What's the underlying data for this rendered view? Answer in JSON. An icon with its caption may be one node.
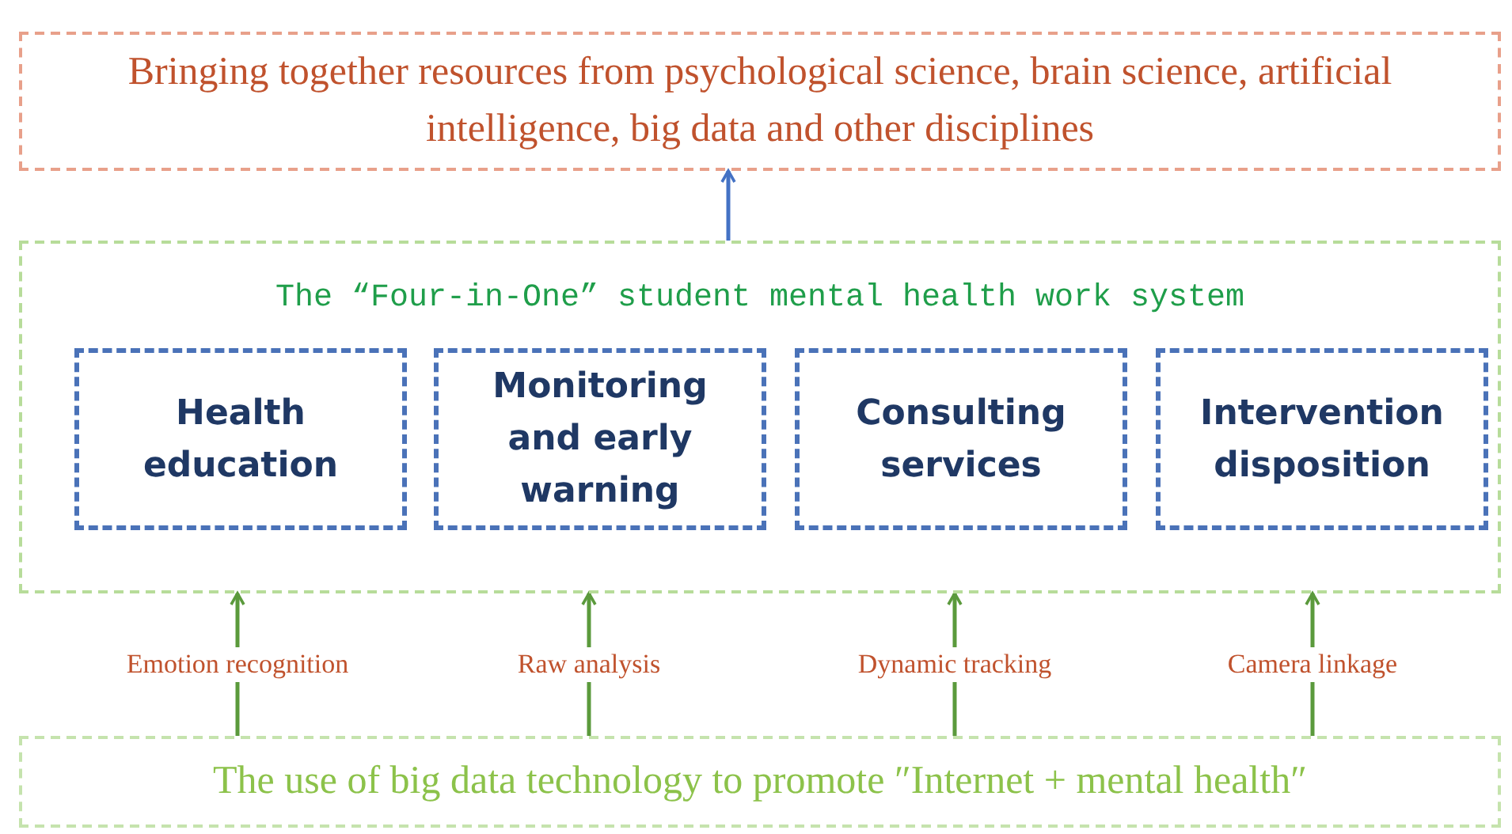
{
  "diagram": {
    "nodes": [
      {
        "text": [
          "Bringing together resources from psychological science, brain science, artificial intelligence, big data and other disciplines"
        ]
      },
      {
        "text": [
          "The “Four-in-One” student mental health work system"
        ]
      },
      {
        "text": [
          "Health education"
        ],
        "in": 1
      },
      {
        "text": [
          "Monitoring and early warning"
        ],
        "in": 1
      },
      {
        "text": [
          "Consulting services"
        ],
        "in": 1
      },
      {
        "text": [
          "Intervention disposition"
        ],
        "in": 1
      },
      {
        "text": [
          "The use of big data technology to promote ″Internet + mental health″"
        ]
      }
    ],
    "edges": [
      {
        "from": 1,
        "to": 0,
        "arrow": "to",
        "color": "#4472c4"
      },
      {
        "from": 6,
        "to": 1,
        "arrow": "to",
        "label": "Emotion recognition"
      },
      {
        "from": 6,
        "to": 1,
        "arrow": "to",
        "label": "Raw analysis"
      },
      {
        "from": 6,
        "to": 1,
        "arrow": "to",
        "label": "Dynamic tracking"
      },
      {
        "from": 6,
        "to": 1,
        "arrow": "to",
        "label": "Camera linkage"
      }
    ]
  }
}
